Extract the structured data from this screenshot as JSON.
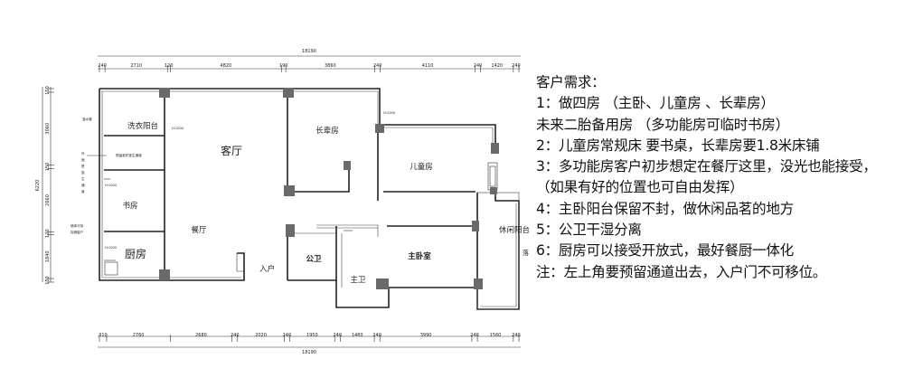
{
  "plan": {
    "top_total": "18190",
    "top_dims": [
      "240",
      "2710",
      "120",
      "4820",
      "190",
      "3860",
      "240",
      "4110",
      "240",
      "1420",
      "240"
    ],
    "bottom_total": "18190",
    "bottom_dims": [
      "310",
      "2760",
      "2680",
      "240",
      "2020",
      "240",
      "1950",
      "240",
      "1480",
      "240",
      "3990",
      "240",
      "1560",
      "240"
    ],
    "left_total": "6220",
    "left_dims": [
      "150",
      "3060",
      "150",
      "2660",
      "120",
      "1840",
      "150"
    ],
    "rooms": {
      "laundry_balcony": "洗衣阳台",
      "living_room": "客厅",
      "elder_room": "长辈房",
      "kids_room": "儿童房",
      "study": "书房",
      "kitchen": "厨房",
      "dining": "餐厅",
      "public_bath": "公卫",
      "master_bath": "主卫",
      "master_bedroom": "主卧室",
      "leisure_balcony": "休闲阳台",
      "entrance": "入户"
    },
    "notes": {
      "h1000_a": "H:1000",
      "h1000_b": "H:1000",
      "h1000_c": "H:1000",
      "h1000_d": "H:1000",
      "downpipe": "落水管",
      "escape_1": "外",
      "escape_2": "面",
      "escape_3": "是",
      "escape_4": "逃",
      "escape_5": "生",
      "escape_6": "通",
      "escape_7": "道",
      "reserve_door": "预留临时逃生通道",
      "wall_1": "墙体可拆",
      "wall_2": "除做窗户",
      "fall": "落"
    }
  },
  "requirements": {
    "title": "客户需求：",
    "lines": [
      "1：做四房 （主卧、儿童房 、长辈房）",
      "未来二胎备用房 （多功能房可临时书房）",
      "2：儿童房常规床  要书桌，长辈房要1.8米床铺",
      "3：多功能房客户初步想定在餐厅这里，没光也能接受，",
      "（如果有好的位置也可自由发挥）",
      "4：主卧阳台保留不封，做休闲品茗的地方",
      "5：公卫干湿分离",
      "6：厨房可以接受开放式，最好餐厨一体化",
      "注：左上角要预留通道出去，入户门不可移位。"
    ]
  }
}
